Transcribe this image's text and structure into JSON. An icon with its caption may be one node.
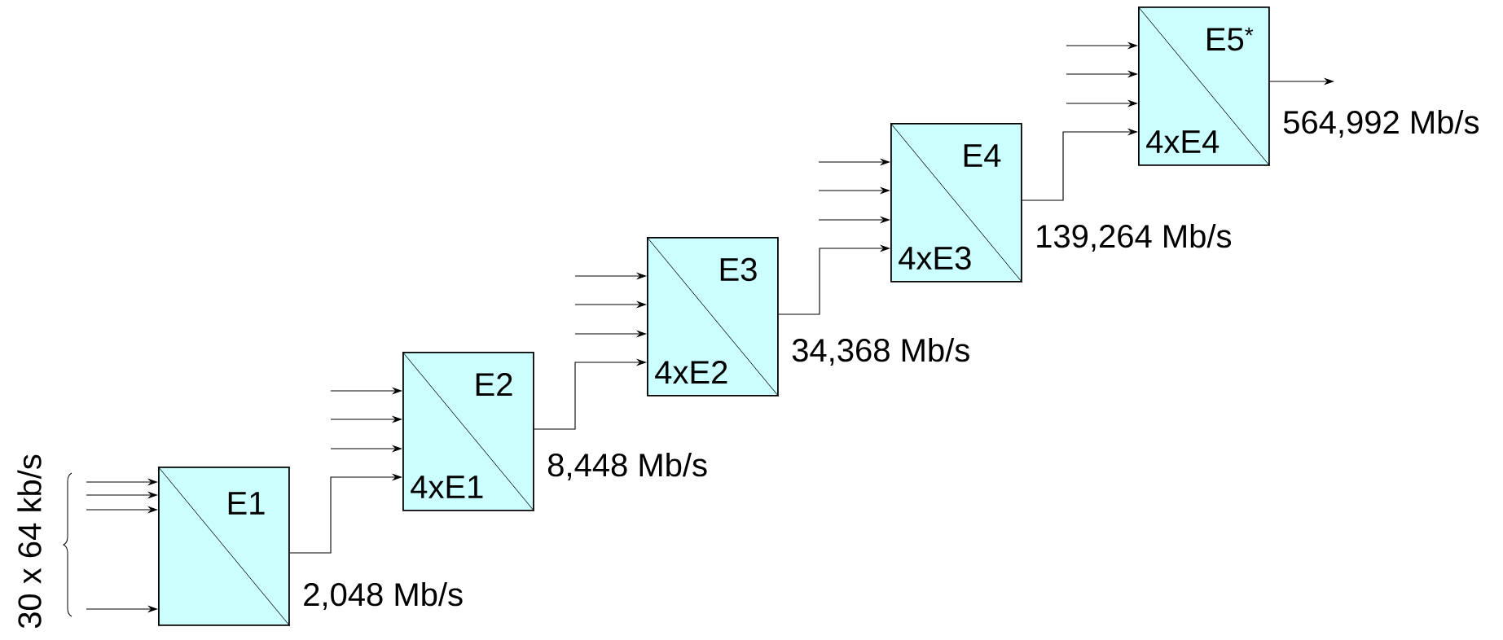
{
  "diagram": {
    "nodes": [
      {
        "text": [
          "E1"
        ],
        "beside": [
          "2,048 Mb/s"
        ]
      },
      {
        "text": [
          "E2",
          "4xE1"
        ],
        "beside": [
          "8,448 Mb/s"
        ]
      },
      {
        "text": [
          "E3",
          "4xE2"
        ],
        "beside": [
          "34,368 Mb/s"
        ]
      },
      {
        "text": [
          "E4",
          "4xE3"
        ],
        "beside": [
          "139,264 Mb/s"
        ]
      },
      {
        "text": [
          "E5$^{*}$",
          "4xE4"
        ],
        "beside": [
          "564,992 Mb/s"
        ]
      }
    ],
    "edges": [
      {
        "from": null,
        "to": 0,
        "arrow": "to"
      },
      {
        "from": null,
        "to": 0,
        "arrow": "to"
      },
      {
        "from": null,
        "to": 0,
        "arrow": "to"
      },
      {
        "from": null,
        "to": 0,
        "arrow": "to"
      },
      {
        "from": null,
        "to": 1,
        "arrow": "to"
      },
      {
        "from": null,
        "to": 1,
        "arrow": "to"
      },
      {
        "from": null,
        "to": 1,
        "arrow": "to"
      },
      {
        "from": 0,
        "to": 1,
        "arrow": "to"
      },
      {
        "from": null,
        "to": 2,
        "arrow": "to"
      },
      {
        "from": null,
        "to": 2,
        "arrow": "to"
      },
      {
        "from": null,
        "to": 2,
        "arrow": "to"
      },
      {
        "from": 1,
        "to": 2,
        "arrow": "to"
      },
      {
        "from": null,
        "to": 3,
        "arrow": "to"
      },
      {
        "from": null,
        "to": 3,
        "arrow": "to"
      },
      {
        "from": null,
        "to": 3,
        "arrow": "to"
      },
      {
        "from": 2,
        "to": 3,
        "arrow": "to"
      },
      {
        "from": null,
        "to": 4,
        "arrow": "to"
      },
      {
        "from": null,
        "to": 4,
        "arrow": "to"
      },
      {
        "from": null,
        "to": 4,
        "arrow": "to"
      },
      {
        "from": 3,
        "to": 4,
        "arrow": "to"
      },
      {
        "from": 4,
        "to": null,
        "arrow": "to"
      }
    ],
    "labels": [
      "30 x 64 kb/s"
    ]
  }
}
